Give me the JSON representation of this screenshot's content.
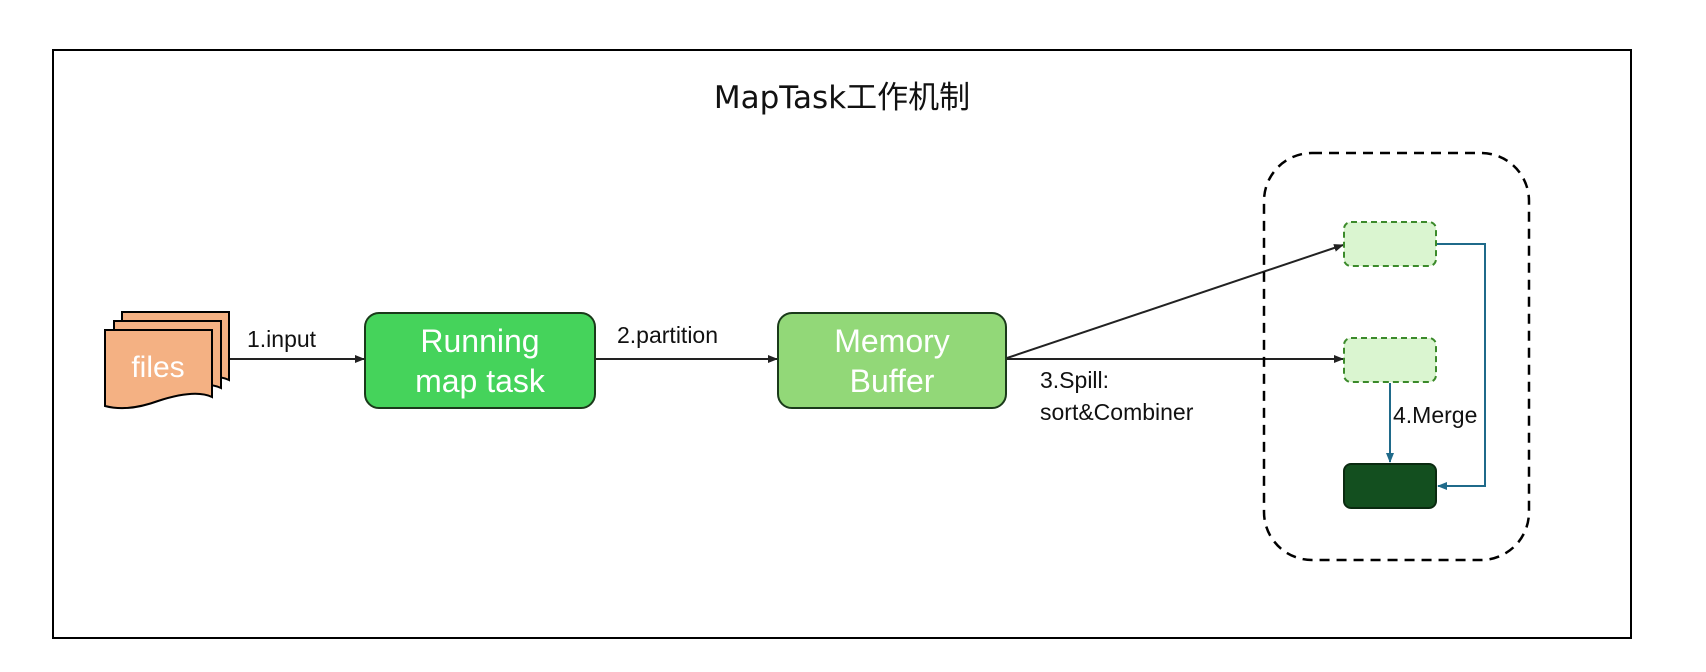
{
  "title": "MapTask工作机制",
  "nodes": {
    "files": {
      "label": "files"
    },
    "running": {
      "line1": "Running",
      "line2": "map task"
    },
    "buffer": {
      "line1": "Memory",
      "line2": "Buffer"
    }
  },
  "edges": {
    "input": "1.input",
    "partition": "2.partition",
    "spill_line1": "3.Spill:",
    "spill_line2": "sort&Combiner",
    "merge": "4.Merge"
  },
  "colors": {
    "files_fill": "#f4b183",
    "running_fill": "#45d35b",
    "buffer_fill": "#92d878",
    "spill_file_fill": "#daf5d0",
    "spill_file_stroke": "#3b8a2a",
    "merged_fill": "#134f1f",
    "arrow": "#222222",
    "merge_arrow": "#1f6a8a"
  }
}
